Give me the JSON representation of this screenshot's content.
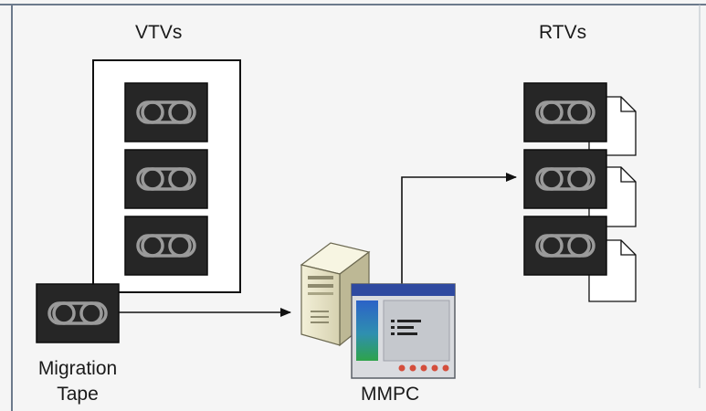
{
  "labels": {
    "vtvs": "VTVs",
    "rtvs": "RTVs",
    "migration_line1": "Migration",
    "migration_line2": "Tape",
    "mmpc": "MMPC"
  },
  "colors": {
    "background": "#f5f5f5",
    "frame_border": "#6c7a8c",
    "tape_body": "#262626",
    "tape_reel": "#9a9a9a",
    "tape_border": "#0d0d0d",
    "arrow": "#111111",
    "window_titlebar": "#2f4aa0",
    "window_body": "#d9dbdf",
    "window_pane": "#c5c8cd",
    "window_sidebar_top": "#2c62c7",
    "window_sidebar_bottom": "#2ea34a",
    "window_buttons": "#d44e3c",
    "server_case": "#e8e4c8",
    "server_shadow": "#b7b293",
    "document": "#ffffff"
  },
  "icons": {
    "vtv": "tape-cartridge-icon",
    "rtv": "tape-cartridge-icon",
    "migration_tape": "tape-cartridge-icon",
    "server": "server-tower-icon",
    "window": "application-window-icon",
    "document": "document-page-icon"
  }
}
